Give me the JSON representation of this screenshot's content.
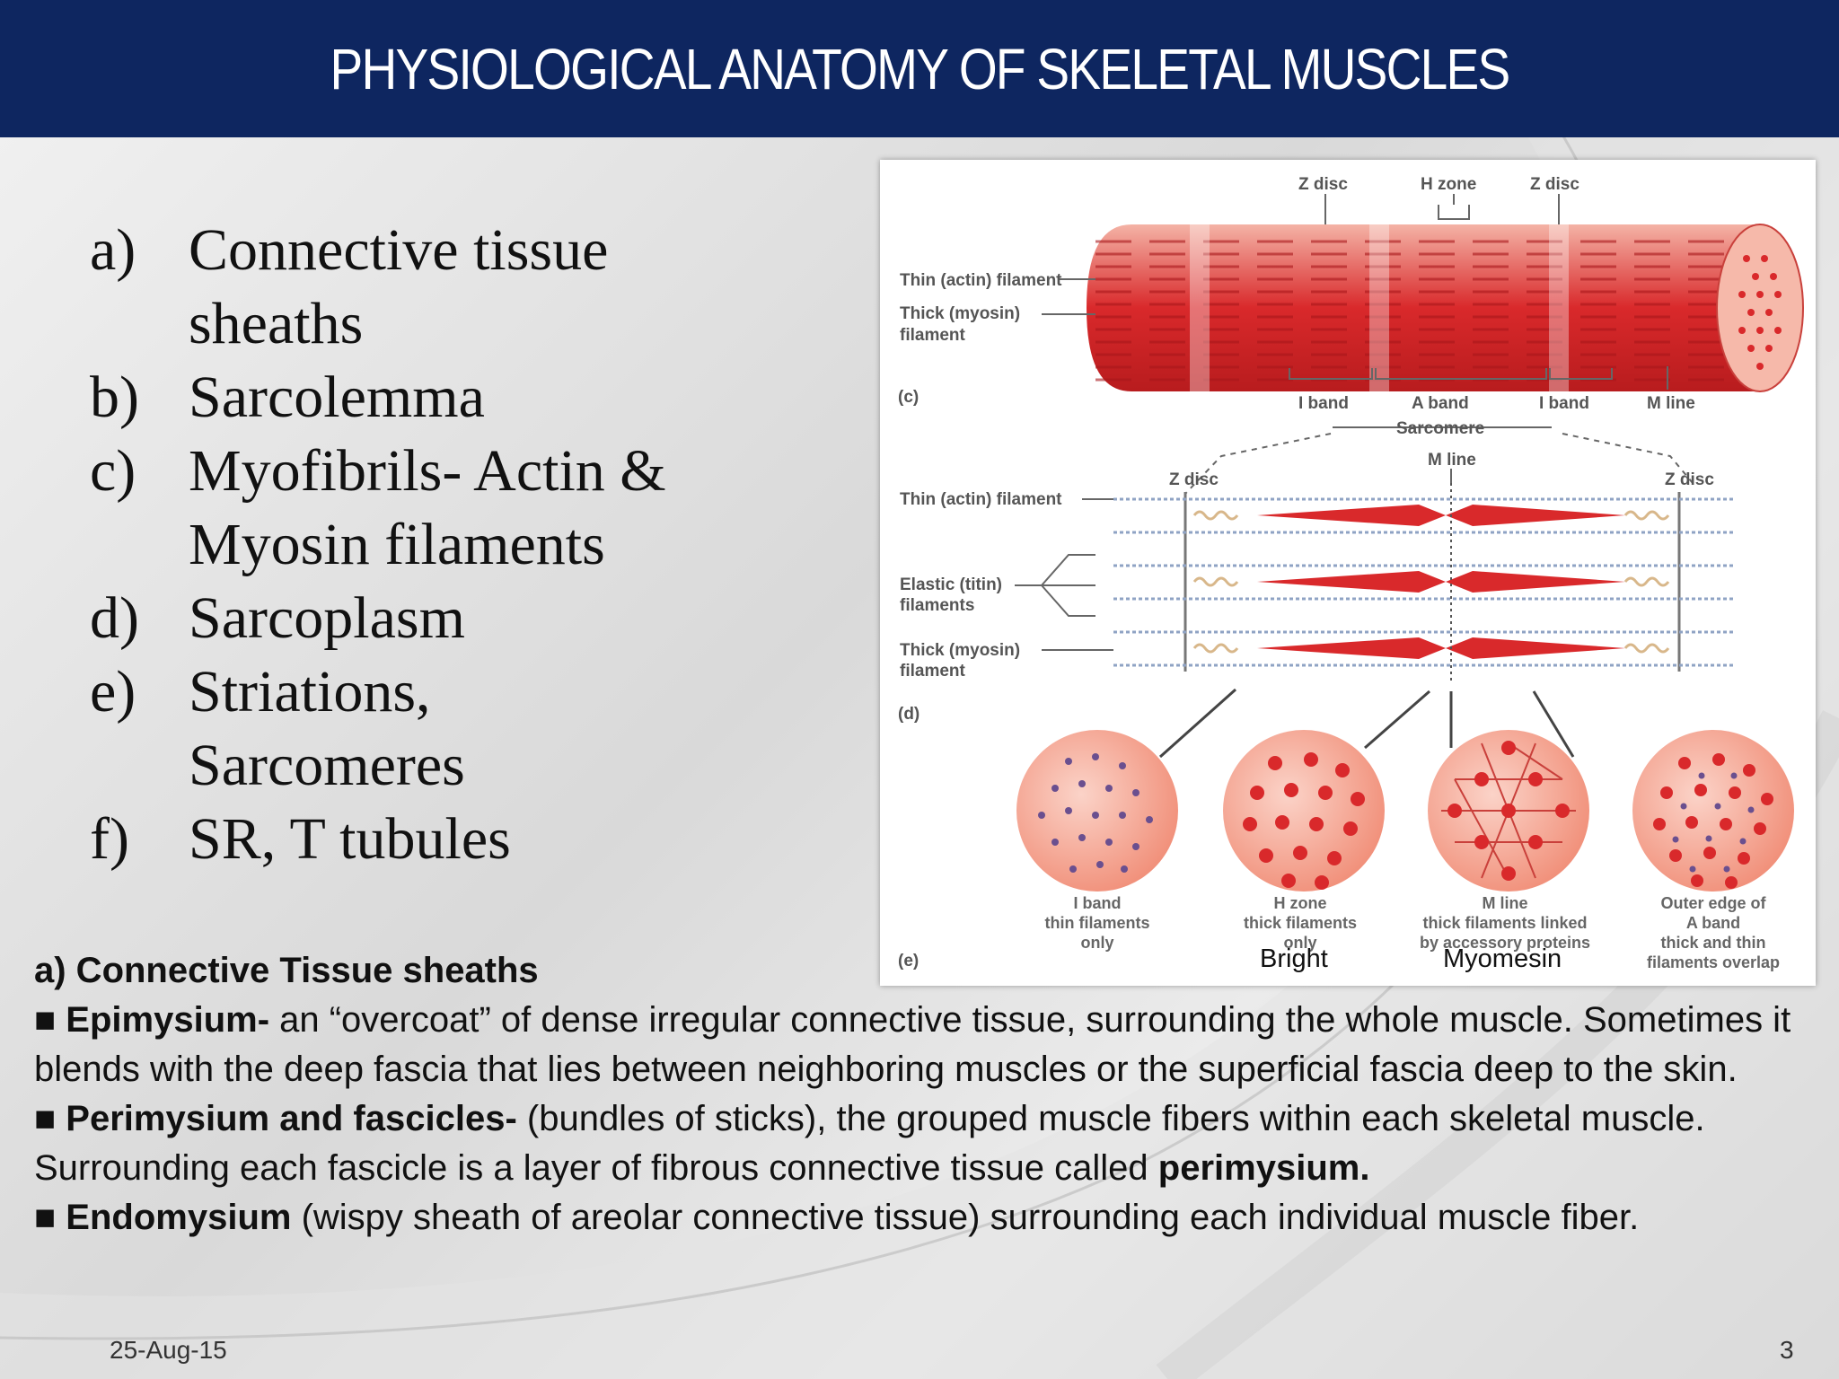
{
  "slide": {
    "title": "PHYSIOLOGICAL ANATOMY OF SKELETAL MUSCLES",
    "toc": [
      {
        "letter": "a)",
        "text": "Connective tissue sheaths"
      },
      {
        "letter": "b)",
        "text": "Sarcolemma"
      },
      {
        "letter": "c)",
        "text": "Myofibrils- Actin & Myosin filaments"
      },
      {
        "letter": "d)",
        "text": "Sarcoplasm"
      },
      {
        "letter": "e)",
        "text": "Striations, Sarcomeres"
      },
      {
        "letter": "f)",
        "text": "SR, T tubules"
      }
    ],
    "figure": {
      "panel_c": {
        "tag": "(c)",
        "z_disc_left": "Z disc",
        "h_zone": "H zone",
        "z_disc_right": "Z disc",
        "thin_filament": "Thin (actin) filament",
        "thick_filament_1": "Thick (myosin)",
        "thick_filament_2": "filament",
        "i_band_left": "I band",
        "a_band": "A band",
        "i_band_right": "I band",
        "m_line": "M line",
        "sarcomere": "Sarcomere"
      },
      "panel_d": {
        "tag": "(d)",
        "m_line": "M line",
        "z_disc_left": "Z disc",
        "z_disc_right": "Z disc",
        "thin_filament": "Thin (actin) filament",
        "elastic_1": "Elastic (titin)",
        "elastic_2": "filaments",
        "thick_1": "Thick (myosin)",
        "thick_2": "filament"
      },
      "panel_e": {
        "tag": "(e)",
        "circles": [
          {
            "title": "I band",
            "line1": "thin filaments",
            "line2": "only",
            "line3": ""
          },
          {
            "title": "H zone",
            "line1": "thick filaments",
            "line2": "only",
            "line3": ""
          },
          {
            "title": "M line",
            "line1": "thick filaments linked",
            "line2": "by accessory proteins",
            "line3": ""
          },
          {
            "title": "Outer edge of",
            "line1": "A band",
            "line2": "thick and thin",
            "line3": "filaments overlap"
          }
        ]
      },
      "annotations": {
        "bright": "Bright",
        "myomesin": "Myomesin"
      }
    },
    "body": {
      "heading": "a) Connective Tissue sheaths",
      "bullet": "■",
      "epimysium_term": "Epimysium-",
      "epimysium_text": " an “overcoat” of dense irregular connective tissue, surrounding the whole muscle. Sometimes it blends with the deep fascia that lies between neighboring muscles or the superficial fascia deep to the skin.",
      "perimysium_term": "Perimysium and fascicles-",
      "perimysium_text": " (bundles of sticks), the grouped muscle fibers within each skeletal muscle. Surrounding each fascicle is a layer of fibrous connective tissue called ",
      "perimysium_term2": "perimysium.",
      "endomysium_term": "Endomysium",
      "endomysium_text": " (wispy sheath of areolar connective tissue) surrounding each individual muscle fiber."
    },
    "footer": {
      "date": "25-Aug-15",
      "page": "3"
    },
    "colors": {
      "title_bar": "#0e2660",
      "muscle_red": "#d9292b",
      "muscle_light": "#f2a08f"
    }
  }
}
